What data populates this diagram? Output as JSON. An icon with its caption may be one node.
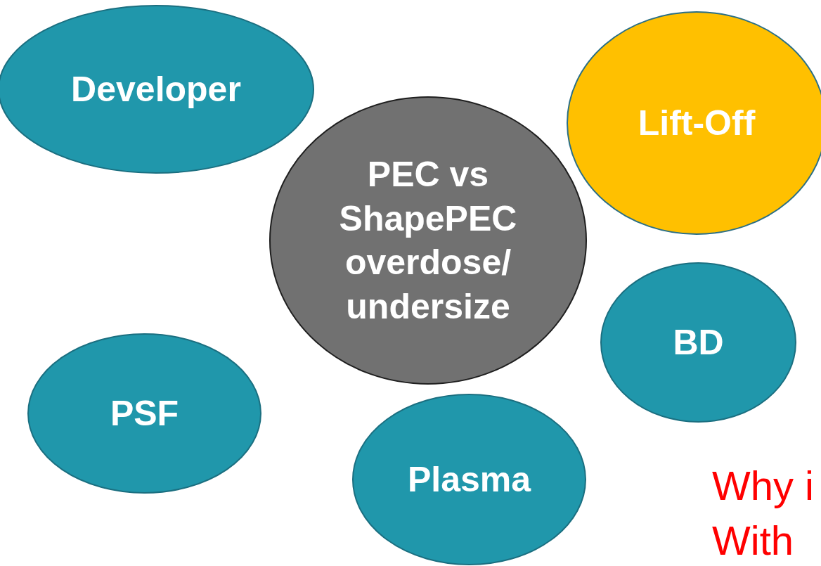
{
  "diagram": {
    "nodes": [
      {
        "text": [
          "Developer"
        ]
      },
      {
        "text": [
          "Lift-Off"
        ]
      },
      {
        "text": [
          "PEC vs ShapePEC overdose/ undersize"
        ]
      },
      {
        "text": [
          "BD"
        ]
      },
      {
        "text": [
          "PSF"
        ]
      },
      {
        "text": [
          "Plasma"
        ]
      }
    ],
    "edges": [],
    "labels": [
      "Why i",
      "With"
    ]
  }
}
